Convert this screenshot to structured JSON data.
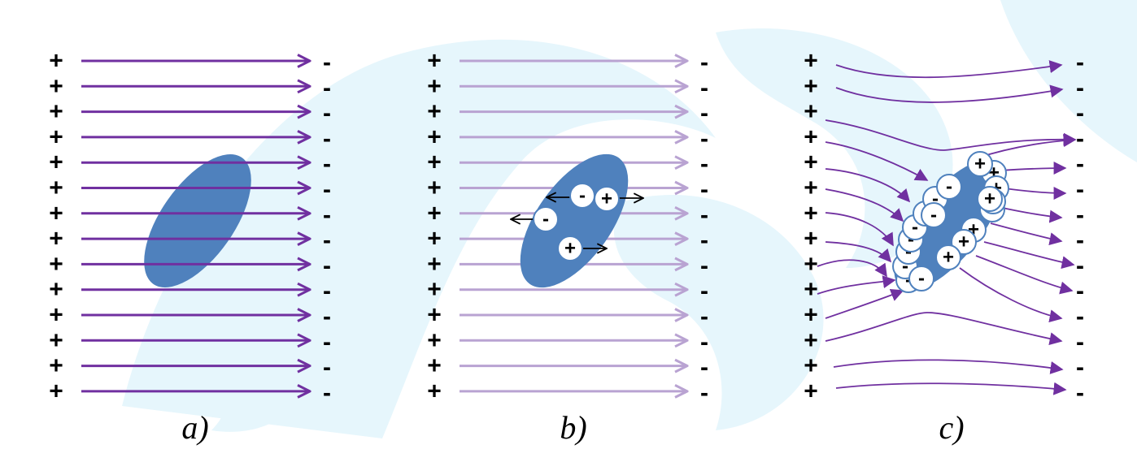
{
  "colors": {
    "field_line": "#7030A0",
    "field_line_faded": "#B9A3D2",
    "body": "#4F81BD",
    "watermark": "#E6F6FC",
    "charge_fill": "#FFFFFF",
    "charge_stroke": "#4F81BD"
  },
  "symbols": {
    "positive": "+",
    "negative": "-"
  },
  "panels": [
    {
      "id": "a",
      "caption": "a)",
      "line_count": 14,
      "field_style": "uniform"
    },
    {
      "id": "b",
      "caption": "b)",
      "line_count": 14,
      "field_style": "uniform-faded"
    },
    {
      "id": "c",
      "caption": "c)",
      "line_count": 14,
      "field_style": "distorted"
    }
  ]
}
